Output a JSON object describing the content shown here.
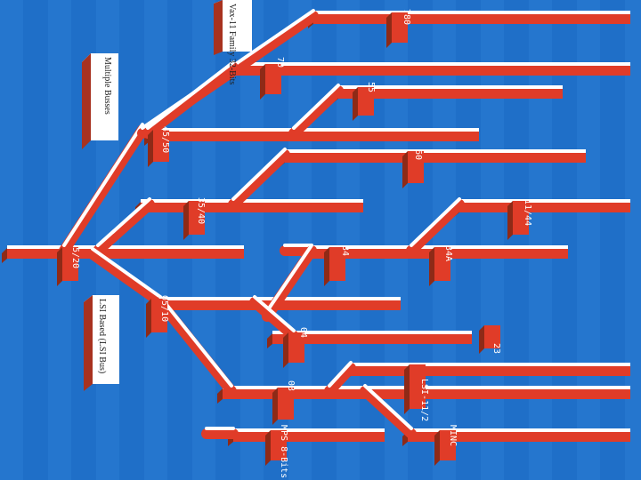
{
  "colors": {
    "background": "#1f6fc8",
    "stripe": "#2a7bd4",
    "bar_face": "#e03c28",
    "bar_side": "#8e2a17",
    "bar_top": "#ffffff",
    "box_face": "#ffffff",
    "box_side": "#a8321f"
  },
  "callouts": {
    "vax": "Vax-11 Family 32-Bits",
    "multibus": "Multiple Busses",
    "lsi": "LSI Based (LSI Bus)"
  },
  "models": [
    {
      "id": "780",
      "label": "780"
    },
    {
      "id": "70",
      "label": "70"
    },
    {
      "id": "55",
      "label": "55"
    },
    {
      "id": "45-50",
      "label": "45/50"
    },
    {
      "id": "60",
      "label": "60"
    },
    {
      "id": "35-40",
      "label": "35/40"
    },
    {
      "id": "11-44",
      "label": "11/44"
    },
    {
      "id": "5-20",
      "label": "5/20"
    },
    {
      "id": "34",
      "label": "34"
    },
    {
      "id": "34a",
      "label": "34A"
    },
    {
      "id": "05-10",
      "label": "05/10"
    },
    {
      "id": "04",
      "label": "04"
    },
    {
      "id": "23",
      "label": "23"
    },
    {
      "id": "03",
      "label": "03"
    },
    {
      "id": "lsi11-2",
      "label": "LSI-11/2"
    },
    {
      "id": "mps",
      "label": "MPS 8-Bits"
    },
    {
      "id": "minc",
      "label": "MINC"
    }
  ]
}
